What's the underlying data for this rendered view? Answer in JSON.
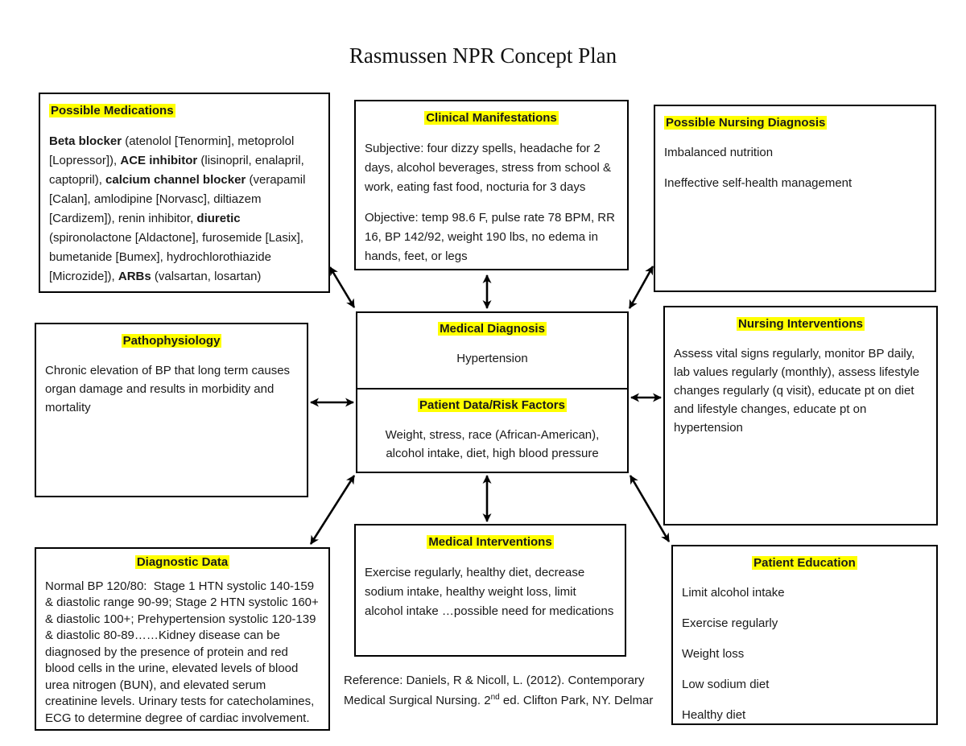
{
  "page": {
    "title": "Rasmussen NPR Concept Plan"
  },
  "colors": {
    "highlight": "#FFFF00",
    "border": "#000000",
    "text": "#191919"
  },
  "boxes": {
    "possible_medications": {
      "title": "Possible Medications",
      "body_segments": [
        {
          "t": "Beta blocker",
          "b": true
        },
        {
          "t": " (atenolol [Tenormin], metoprolol [Lopressor]), "
        },
        {
          "t": "ACE inhibitor",
          "b": true
        },
        {
          "t": " (lisinopril, enalapril, captopril), "
        },
        {
          "t": "calcium channel blocker",
          "b": true
        },
        {
          "t": " (verapamil [Calan], amlodipine [Norvasc], diltiazem [Cardizem]), renin inhibitor, "
        },
        {
          "t": "diuretic",
          "b": true
        },
        {
          "t": " (spironolactone [Aldactone], furosemide [Lasix], bumetanide [Bumex], hydrochlorothiazide [Microzide]), "
        },
        {
          "t": "ARBs",
          "b": true
        },
        {
          "t": " (valsartan, losartan)"
        }
      ]
    },
    "clinical_manifestations": {
      "title": "Clinical Manifestations",
      "subjective": "Subjective: four dizzy spells, headache for 2 days, alcohol beverages, stress from school & work, eating fast food, nocturia for 3 days",
      "objective": "Objective: temp 98.6 F, pulse rate 78 BPM, RR 16, BP 142/92, weight 190 lbs, no edema in hands, feet, or legs"
    },
    "possible_nursing_diagnosis": {
      "title": "Possible Nursing Diagnosis",
      "items": [
        "Imbalanced nutrition",
        "Ineffective self-health management"
      ]
    },
    "pathophysiology": {
      "title": "Pathophysiology",
      "body": "Chronic elevation of BP that long term causes organ damage and results in morbidity and mortality"
    },
    "medical_diagnosis": {
      "title": "Medical Diagnosis",
      "value": "Hypertension"
    },
    "patient_data": {
      "title": "Patient Data/Risk Factors",
      "body": "Weight, stress, race (African-American), alcohol intake, diet, high blood pressure"
    },
    "nursing_interventions": {
      "title": "Nursing Interventions",
      "body": "Assess vital signs regularly, monitor BP daily, lab values regularly (monthly), assess lifestyle changes regularly (q visit), educate pt on diet and lifestyle changes, educate pt on hypertension"
    },
    "diagnostic_data": {
      "title": "Diagnostic Data",
      "body": "Normal BP 120/80:  Stage 1 HTN systolic 140-159 & diastolic range 90-99; Stage 2 HTN systolic 160+ & diastolic 100+; Prehypertension systolic 120-139 & diastolic 80-89……Kidney disease can be diagnosed by the presence of protein and red blood cells in the urine, elevated levels of blood urea nitrogen (BUN), and elevated serum creatinine levels. Urinary tests for catecholamines, ECG to determine degree of cardiac involvement."
    },
    "medical_interventions": {
      "title": "Medical Interventions",
      "body": "Exercise regularly, healthy diet, decrease sodium intake, healthy weight loss, limit alcohol intake …possible need for medications"
    },
    "patient_education": {
      "title": "Patient Education",
      "items": [
        "Limit alcohol intake",
        "Exercise regularly",
        "Weight loss",
        "Low sodium diet",
        "Healthy diet"
      ]
    }
  },
  "reference": {
    "segments": [
      {
        "t": "Reference: Daniels, R & Nicoll, L. (2012). Contemporary Medical Surgical Nursing. 2"
      },
      {
        "t": "nd",
        "sup": true
      },
      {
        "t": " ed. Clifton Park, NY. Delmar"
      }
    ]
  }
}
